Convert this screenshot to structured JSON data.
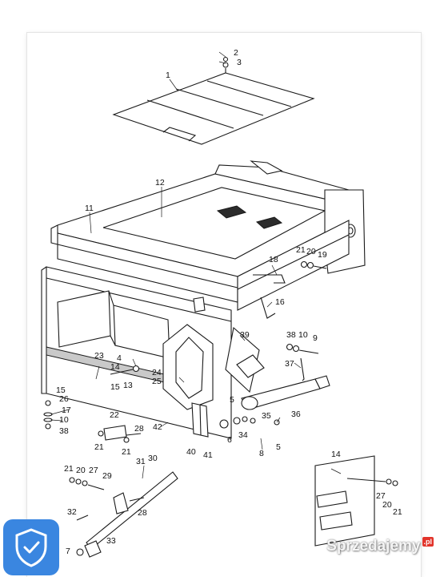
{
  "watermark": {
    "brand": "Sprzedajemy",
    "suffix": ".pl"
  },
  "badge": {
    "icon": "shield-check-icon",
    "color": "#3a86e0"
  },
  "callouts": {
    "c1": "1",
    "c2": "2",
    "c3": "3",
    "c11": "11",
    "c12": "12",
    "c21a": "21",
    "c20a": "20",
    "c19": "19",
    "c18": "18",
    "c16": "16",
    "c39": "39",
    "c38a": "38",
    "c10a": "10",
    "c9": "9",
    "c37": "37",
    "c4": "4",
    "c23": "23",
    "c24": "24",
    "c25": "25",
    "c14a": "14",
    "c13": "13",
    "c15a": "15",
    "c26": "26",
    "c15b": "15",
    "c17": "17",
    "c10b": "10",
    "c38b": "38",
    "c5a": "5",
    "c35": "35",
    "c36": "36",
    "c6": "6",
    "c34": "34",
    "c5b": "5",
    "c8": "8",
    "c22": "22",
    "c28a": "28",
    "c21b": "21",
    "c21c": "21",
    "c42": "42",
    "c40": "40",
    "c41": "41",
    "c14b": "14",
    "c27a": "27",
    "c20b": "20",
    "c21d": "21",
    "c21e": "21",
    "c20c": "20",
    "c27b": "27",
    "c29": "29",
    "c31": "31",
    "c30": "30",
    "c32": "32",
    "c28b": "28",
    "c33": "33",
    "c7": "7"
  }
}
